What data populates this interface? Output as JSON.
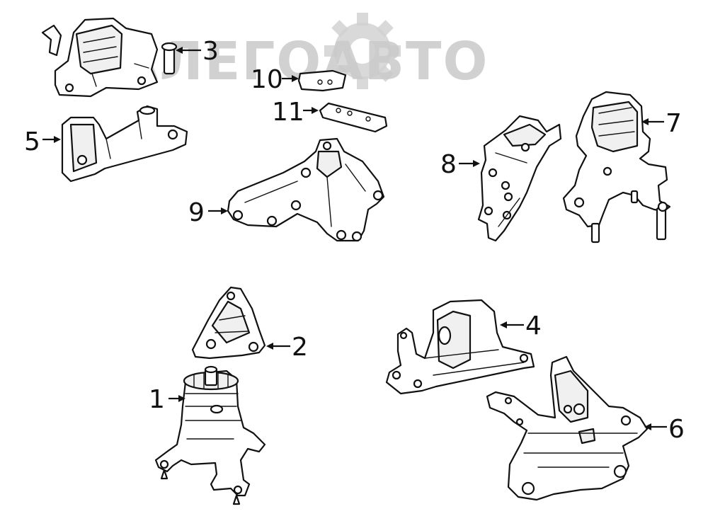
{
  "watermark": {
    "text": "АЛЕГОАВТО"
  },
  "callouts": [
    "1",
    "2",
    "3",
    "4",
    "5",
    "6",
    "7",
    "8",
    "9",
    "10",
    "11"
  ]
}
